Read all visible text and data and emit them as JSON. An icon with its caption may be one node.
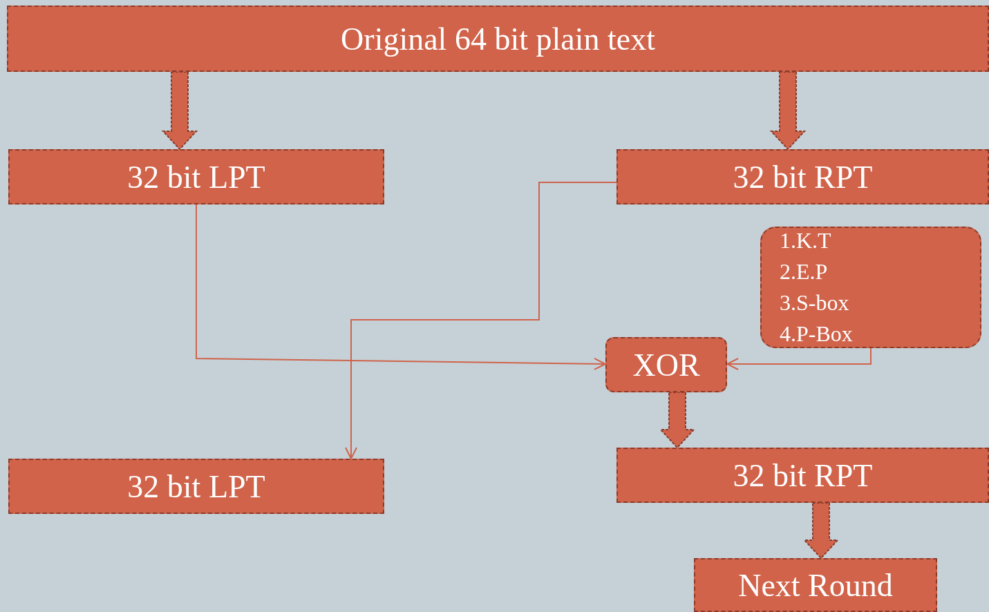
{
  "diagram": {
    "nodes": [
      {
        "text": [
          "Original 64 bit plain text"
        ]
      },
      {
        "text": [
          "32 bit LPT"
        ]
      },
      {
        "text": [
          "32 bit RPT"
        ]
      },
      {
        "text": [
          "1.K.T",
          "2.E.P",
          "3.S-box",
          "4.P-Box"
        ]
      },
      {
        "text": [
          "XOR"
        ]
      },
      {
        "text": [
          "32 bit LPT"
        ]
      },
      {
        "text": [
          "32 bit RPT"
        ]
      },
      {
        "text": [
          "Next Round"
        ]
      }
    ],
    "edges": [
      {
        "from": 0,
        "to": 1,
        "arrow": "to",
        "style": "thick"
      },
      {
        "from": 0,
        "to": 2,
        "arrow": "to",
        "style": "thick"
      },
      {
        "from": 1,
        "to": 4,
        "arrow": "to"
      },
      {
        "from": 2,
        "to": 5,
        "arrow": "to"
      },
      {
        "from": 3,
        "to": 4,
        "arrow": "to"
      },
      {
        "from": 4,
        "to": 6,
        "arrow": "to",
        "style": "thick"
      },
      {
        "from": 6,
        "to": 7,
        "arrow": "to",
        "style": "thick"
      }
    ]
  }
}
